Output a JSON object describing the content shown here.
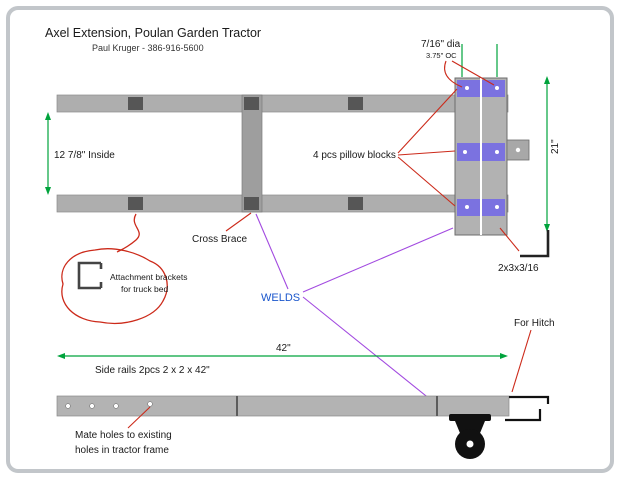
{
  "page": {
    "title": "Axel Extension, Poulan Garden Tractor",
    "subtitle": "Paul Kruger - 386-916-5600"
  },
  "annotations": {
    "dia_label": "7/16\" dia",
    "oc_label": "3.75\" OC",
    "inside_width": "12 7/8\" Inside",
    "pillow_blocks": "4 pcs  pillow blocks",
    "cross_brace": "Cross Brace",
    "attachment_line1": "Attachment brackets",
    "attachment_line2": "for truck bed",
    "welds": "WELDS",
    "angle_spec": "2x3x3/16",
    "for_hitch": "For Hitch",
    "overall_length": "42\"",
    "overall_height": "21\"",
    "side_rails": "Side rails  2pcs  2 x 2 x 42\"",
    "mate_line1": "Mate holes to existing",
    "mate_line2": "holes in tractor frame"
  },
  "colors": {
    "rail_gray": "#aeaeae",
    "brace_gray": "#9e9e9e",
    "dark_square": "#565656",
    "pillow_block_purple": "#7b72e0",
    "annotation_red": "#cc2a1a",
    "weld_purple": "#a24ae0",
    "dimension_green": "#00a33c",
    "welds_blue": "#1a56cc",
    "frame_border": "#c2c6ca"
  }
}
